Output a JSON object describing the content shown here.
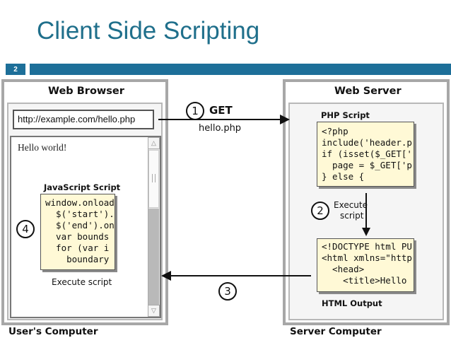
{
  "slide": {
    "title": "Client Side Scripting",
    "page_number": "2"
  },
  "client": {
    "panel_title": "Web Browser",
    "url": "http://example.com/hello.php",
    "page_text": "Hello world!",
    "script_title": "JavaScript Script",
    "script_lines": [
      "window.onload",
      "  $('start').",
      "  $('end').on",
      "  var bounds ",
      "  for (var i ",
      "    boundary"
    ],
    "execute_label": "Execute script",
    "computer_label": "User's Computer"
  },
  "server": {
    "panel_title": "Web Server",
    "php_title": "PHP Script",
    "php_lines": [
      "<?php",
      "include('header.p",
      "if (isset($_GET['",
      "  page = $_GET['p",
      "} else {"
    ],
    "html_title": "HTML Output",
    "html_lines": [
      "<!DOCTYPE html PU",
      "<html xmlns=\"http",
      "  <head>",
      "    <title>Hello"
    ],
    "computer_label": "Server Computer"
  },
  "steps": {
    "step1_number": "1",
    "step1_method": "GET",
    "step1_resource": "hello.php",
    "step2_number": "2",
    "step2_label_line1": "Execute",
    "step2_label_line2": "script",
    "step3_number": "3",
    "step4_number": "4"
  },
  "colors": {
    "title": "#1f6f8b",
    "accent_bar": "#1d6f99",
    "code_background": "#fff9d6"
  }
}
